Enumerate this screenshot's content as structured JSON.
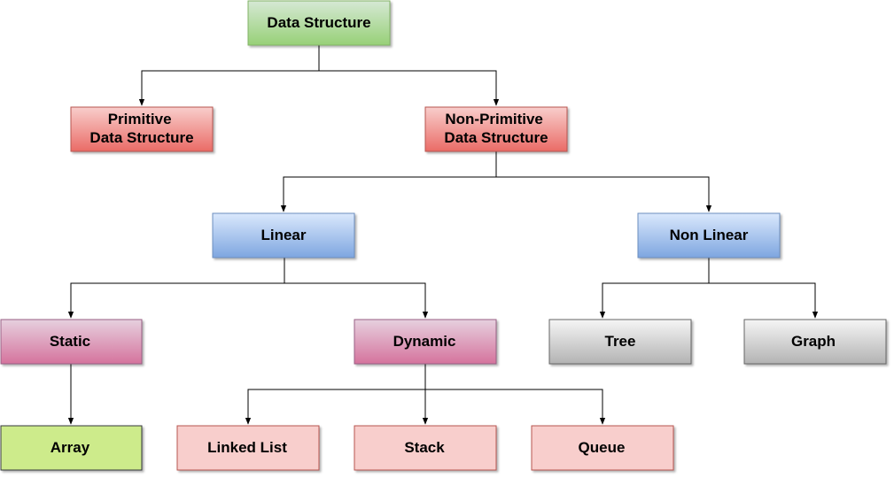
{
  "nodes": {
    "data_structure": {
      "text": "Data Structure"
    },
    "primitive": {
      "line1": "Primitive",
      "line2": "Data Structure"
    },
    "non_primitive": {
      "line1": "Non-Primitive",
      "line2": "Data Structure"
    },
    "linear": {
      "text": "Linear"
    },
    "non_linear": {
      "text": "Non Linear"
    },
    "static": {
      "text": "Static"
    },
    "dynamic": {
      "text": "Dynamic"
    },
    "tree": {
      "text": "Tree"
    },
    "graph": {
      "text": "Graph"
    },
    "array": {
      "text": "Array"
    },
    "linked_list": {
      "text": "Linked List"
    },
    "stack": {
      "text": "Stack"
    },
    "queue": {
      "text": "Queue"
    }
  },
  "colors": {
    "green": [
      "#d5e8d4",
      "#97d077"
    ],
    "red": [
      "#f8cecc",
      "#ea6b66"
    ],
    "blue": [
      "#dae8fc",
      "#7ea6e0"
    ],
    "pink": [
      "#e6d0de",
      "#d5739d"
    ],
    "gray": [
      "#f5f5f5",
      "#b3b3b3"
    ],
    "light_green": "#cdeb8b",
    "light_red": "#f8cecc",
    "stroke_green": "#82b366",
    "stroke_red": "#b85450",
    "stroke_blue": "#6c8ebf",
    "stroke_pink": "#996185",
    "stroke_gray": "#666666",
    "stroke_light_green": "#36393d"
  }
}
